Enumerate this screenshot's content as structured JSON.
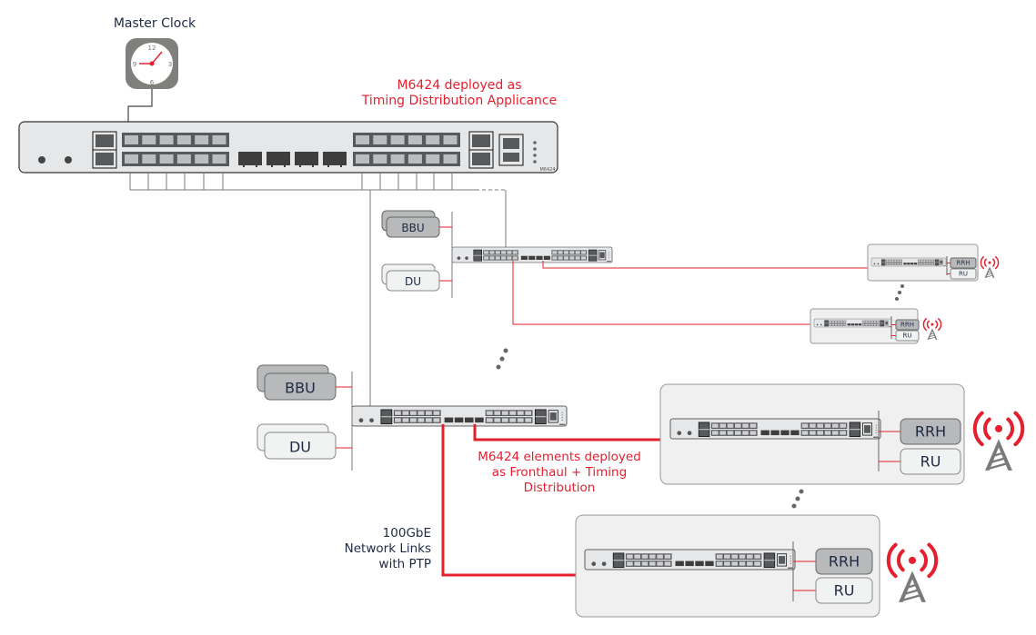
{
  "labels": {
    "master_clock": "Master Clock",
    "timing_appliance": [
      "M6424 deployed as",
      "Timing Distribution Applicance"
    ],
    "fronthaul": [
      "M6424 elements deployed",
      "as Fronthaul + Timing",
      "Distribution"
    ],
    "network_links": [
      "100GbE",
      "Network Links",
      "with PTP"
    ],
    "device_model": "M6424"
  },
  "clock": {
    "numerals": [
      "12",
      "3",
      "6",
      "9"
    ]
  },
  "units": {
    "bbu": "BBU",
    "du": "DU",
    "rrh": "RRH",
    "ru": "RU"
  },
  "colors": {
    "accent_red": "#e5202e",
    "line_gray": "#7a7a7a",
    "device_body": "#e6e7e9",
    "port_dark": "#58595b",
    "port_light": "#bcbdbf",
    "bbu_fill": "#b8b9bb",
    "du_fill": "#f1f2f2",
    "site_panel": "#f0f0f0"
  },
  "icons": {
    "clock": "clock-icon",
    "cell_tower": "cell-tower-icon",
    "continuation": "ellipsis-dots-icon"
  }
}
